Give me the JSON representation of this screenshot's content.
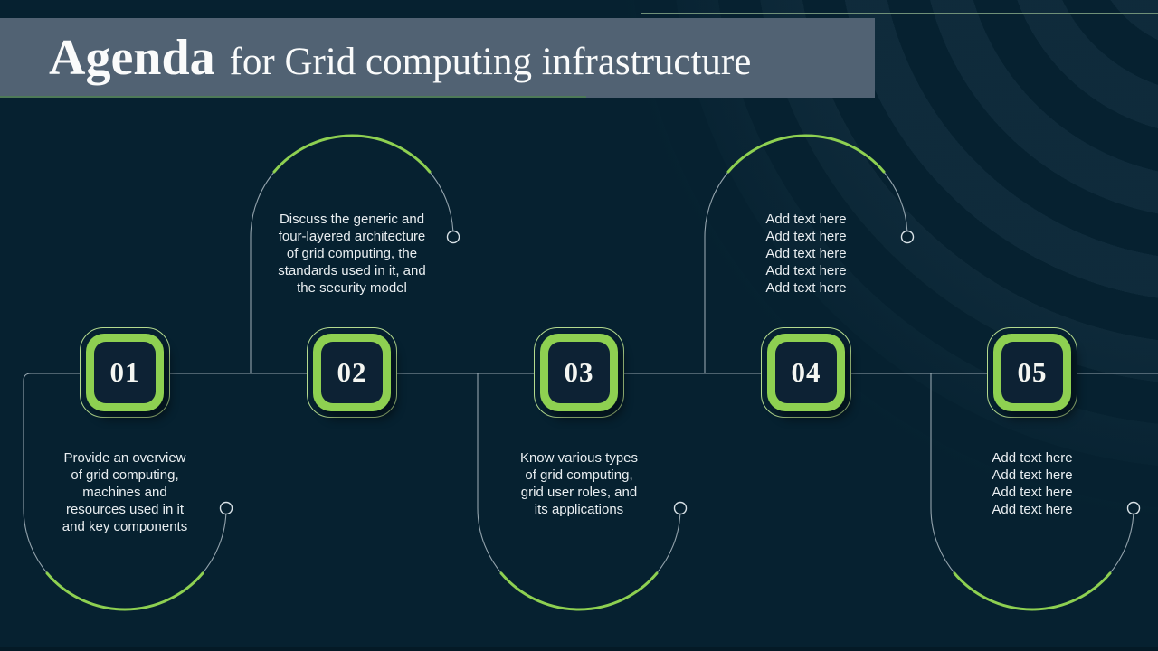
{
  "title": {
    "emphasis": "Agenda",
    "rest": "for Grid computing infrastructure"
  },
  "colors": {
    "background": "#062130",
    "title_bar": "#516273",
    "accent_green": "#8ed051",
    "accent_sage_line": "#6f9078",
    "text": "#e9eef1",
    "number_text": "#f4f6f2"
  },
  "items": [
    {
      "number": "01",
      "text": "Provide an overview\nof grid computing,\nmachines and\nresources used in it\nand key components"
    },
    {
      "number": "02",
      "text": "Discuss the generic and\nfour-layered architecture\nof grid computing, the\nstandards used in it, and\nthe security model"
    },
    {
      "number": "03",
      "text": "Know various types\nof grid computing,\ngrid user roles, and\nits applications"
    },
    {
      "number": "04",
      "text": "Add text here\nAdd text here\nAdd text here\nAdd text here\nAdd text here"
    },
    {
      "number": "05",
      "text": "Add text here\nAdd text here\nAdd text here\nAdd text here"
    }
  ]
}
